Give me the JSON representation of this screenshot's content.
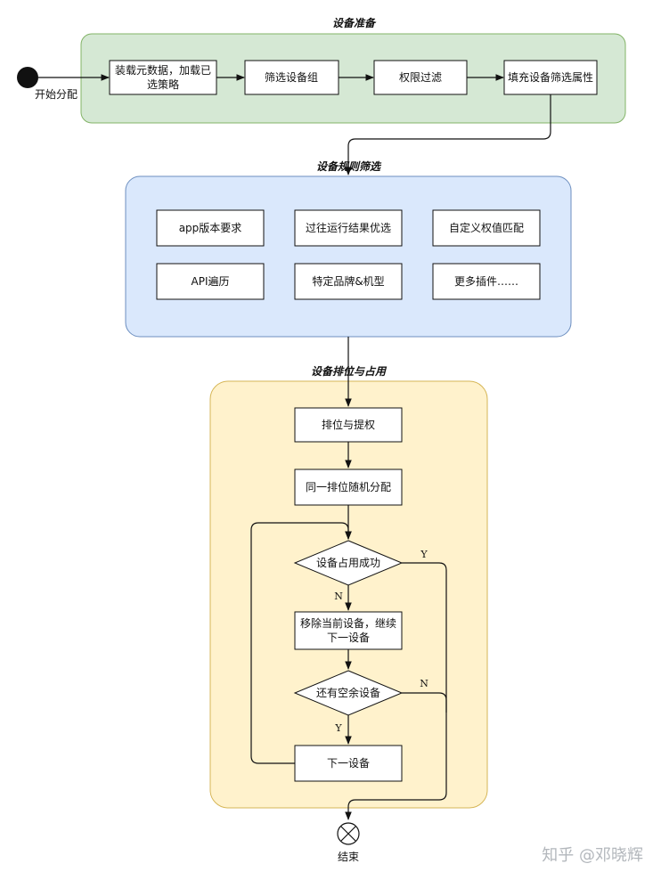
{
  "colors": {
    "prep_fill": "#d5e8d4",
    "prep_stroke": "#82b366",
    "filter_fill": "#dae8fc",
    "filter_stroke": "#6c8ebf",
    "sort_fill": "#fff2cc",
    "sort_stroke": "#d6b656"
  },
  "sections": {
    "prep_title": "设备准备",
    "filter_title": "设备规则筛选",
    "sort_title": "设备排位与占用"
  },
  "start": {
    "label": "开始分配"
  },
  "prep": {
    "step1_line1": "装载元数据，加载已",
    "step1_line2": "选策略",
    "step2": "筛选设备组",
    "step3": "权限过滤",
    "step4": "填充设备筛选属性"
  },
  "filter": {
    "rules": [
      "app版本要求",
      "过往运行结果优选",
      "自定义权值匹配",
      "API遍历",
      "特定品牌&机型",
      "更多插件……"
    ]
  },
  "sort": {
    "rank": "排位与提权",
    "random": "同一排位随机分配",
    "occupy_check": "设备占用成功",
    "remove_line1": "移除当前设备，继续",
    "remove_line2": "下一设备",
    "remaining_check": "还有空余设备",
    "next": "下一设备",
    "yes": "Y",
    "no": "N"
  },
  "end": {
    "label": "结束"
  },
  "watermark": "知乎 @邓晓辉"
}
